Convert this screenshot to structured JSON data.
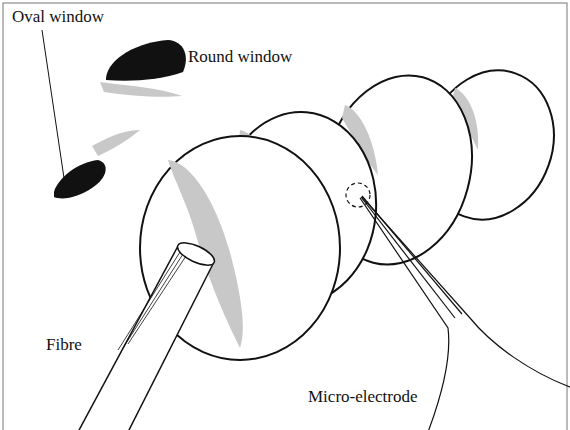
{
  "diagram": {
    "labels": [
      "Oval window",
      "Round window",
      "Fibre",
      "Micro-electrode"
    ]
  }
}
